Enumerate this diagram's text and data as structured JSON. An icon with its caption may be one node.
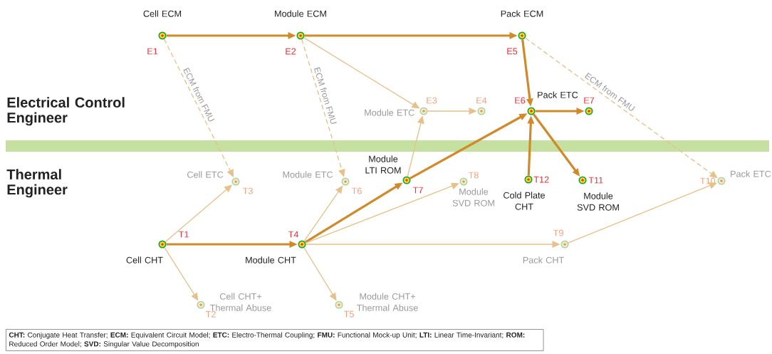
{
  "diagram": {
    "nodes": [
      {
        "text": [
          "E1"
        ],
        "beside": [
          "Cell ECM"
        ]
      },
      {
        "text": [
          "E2"
        ],
        "beside": [
          "Module ECM"
        ]
      },
      {
        "text": [
          "E5"
        ],
        "beside": [
          "Pack ECM"
        ]
      },
      {
        "text": [
          "E3"
        ],
        "beside": [
          "Module ETC"
        ]
      },
      {
        "text": [
          "E4"
        ]
      },
      {
        "text": [
          "E6"
        ],
        "beside": [
          "Pack ETC"
        ]
      },
      {
        "text": [
          "E7"
        ]
      },
      {
        "text": [
          "T3"
        ],
        "beside": [
          "Cell ETC"
        ]
      },
      {
        "text": [
          "T6"
        ],
        "beside": [
          "Module ETC"
        ]
      },
      {
        "text": [
          "T7"
        ],
        "beside": [
          "Module LTI ROM"
        ]
      },
      {
        "text": [
          "T8"
        ],
        "beside": [
          "Module SVD ROM"
        ]
      },
      {
        "text": [
          "T12"
        ],
        "beside": [
          "Cold Plate CHT"
        ]
      },
      {
        "text": [
          "T11"
        ],
        "beside": [
          "Module SVD ROM"
        ]
      },
      {
        "text": [
          "T10"
        ],
        "beside": [
          "Pack ETC"
        ]
      },
      {
        "text": [
          "T1"
        ],
        "beside": [
          "Cell CHT"
        ]
      },
      {
        "text": [
          "T4"
        ],
        "beside": [
          "Module CHT"
        ]
      },
      {
        "text": [
          "T9"
        ],
        "beside": [
          "Pack CHT"
        ]
      },
      {
        "text": [
          "T2"
        ],
        "beside": [
          "Cell CHT+ Thermal Abuse"
        ]
      },
      {
        "text": [
          "T5"
        ],
        "beside": [
          "Module CHT+ Thermal Abuse"
        ]
      }
    ],
    "edges": [
      {
        "from": 0,
        "to": 1,
        "arrow": "to",
        "style": "thick",
        "color": "#d08a2a"
      },
      {
        "from": 1,
        "to": 2,
        "arrow": "to",
        "style": "thick",
        "color": "#d08a2a"
      },
      {
        "from": 1,
        "to": 3,
        "arrow": "to"
      },
      {
        "from": 3,
        "to": 4,
        "arrow": "to"
      },
      {
        "from": 2,
        "to": 5,
        "arrow": "to",
        "style": "thick",
        "color": "#d08a2a"
      },
      {
        "from": 5,
        "to": 6,
        "arrow": "to",
        "style": "thick",
        "color": "#d08a2a"
      },
      {
        "from": 0,
        "to": 7,
        "arrow": "to",
        "style": "dashed",
        "label": "ECM from FMU"
      },
      {
        "from": 1,
        "to": 8,
        "arrow": "to",
        "style": "dashed",
        "label": "ECM from FMU"
      },
      {
        "from": 2,
        "to": 13,
        "arrow": "to",
        "style": "dashed",
        "label": "ECM from FMU"
      },
      {
        "from": 9,
        "to": 3,
        "arrow": "to"
      },
      {
        "from": 9,
        "to": 5,
        "arrow": "to",
        "style": "thick",
        "color": "#d08a2a"
      },
      {
        "from": 11,
        "to": 5,
        "arrow": "to",
        "style": "thick",
        "color": "#d08a2a"
      },
      {
        "from": 5,
        "to": 12,
        "arrow": "to",
        "style": "thick",
        "color": "#d08a2a"
      },
      {
        "from": 14,
        "to": 7,
        "arrow": "to"
      },
      {
        "from": 14,
        "to": 15,
        "arrow": "to",
        "style": "thick",
        "color": "#d08a2a"
      },
      {
        "from": 14,
        "to": 17,
        "arrow": "to"
      },
      {
        "from": 15,
        "to": 8,
        "arrow": "to"
      },
      {
        "from": 15,
        "to": 9,
        "arrow": "to",
        "style": "thick",
        "color": "#d08a2a"
      },
      {
        "from": 15,
        "to": 10,
        "arrow": "to"
      },
      {
        "from": 15,
        "to": 16,
        "arrow": "to"
      },
      {
        "from": 15,
        "to": 18,
        "arrow": "to"
      },
      {
        "from": 16,
        "to": 13,
        "arrow": "to"
      }
    ],
    "labels": [
      "Electrical Control Engineer",
      "Thermal Engineer",
      "**CHT:** Conjugate Heat Transfer; **ECM:** Equivalent Circuit Model; **ETC:** Electro-Thermal Coupling; **FMU:** Functional Mock-up Unit; **LTI:** Linear Time-Invariant; **ROM:** Reduced Order Model; **SVD:** Singular Value Decomposition"
    ]
  }
}
